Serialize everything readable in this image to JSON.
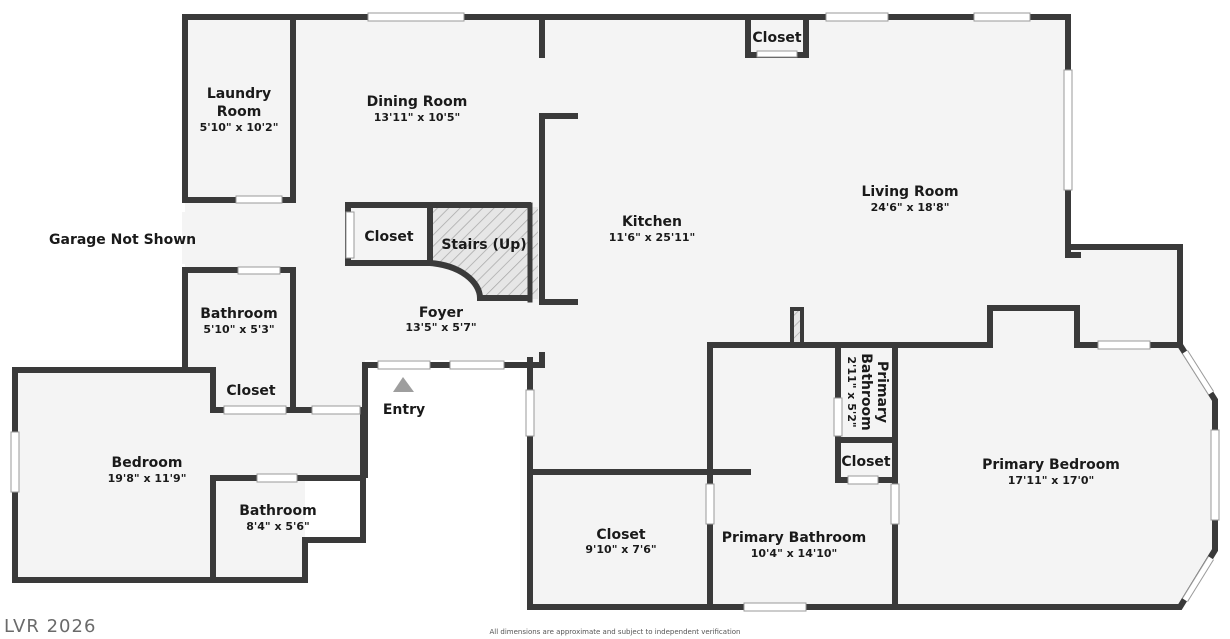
{
  "rooms": {
    "laundry": {
      "name_line1": "Laundry",
      "name_line2": "Room",
      "dims": "5'10\" x 10'2\""
    },
    "dining": {
      "name": "Dining Room",
      "dims": "13'11\" x 10'5\""
    },
    "closet_top": {
      "name": "Closet"
    },
    "living": {
      "name": "Living Room",
      "dims": "24'6\" x 18'8\""
    },
    "closet_foyer": {
      "name": "Closet"
    },
    "stairs": {
      "name": "Stairs (Up)"
    },
    "kitchen": {
      "name": "Kitchen",
      "dims": "11'6\" x 25'11\""
    },
    "bathroom_left": {
      "name": "Bathroom",
      "dims": "5'10\" x 5'3\""
    },
    "foyer": {
      "name": "Foyer",
      "dims": "13'5\" x 5'7\""
    },
    "closet_bedroom": {
      "name": "Closet"
    },
    "bedroom": {
      "name": "Bedroom",
      "dims": "19'8\" x 11'9\""
    },
    "bathroom_lower": {
      "name": "Bathroom",
      "dims": "8'4\" x 5'6\""
    },
    "closet_walkin": {
      "name": "Closet",
      "dims": "9'10\" x 7'6\""
    },
    "primary_bathroom": {
      "name": "Primary Bathroom",
      "dims": "10'4\" x 14'10\""
    },
    "primary_wc": {
      "name_line1": "Primary",
      "name_line2": "Bathroom",
      "dims": "2'11\" x 5'2\""
    },
    "closet_primary": {
      "name": "Closet"
    },
    "primary_bedroom": {
      "name": "Primary Bedroom",
      "dims": "17'11\" x 17'0\""
    }
  },
  "labels": {
    "garage": "Garage Not Shown",
    "entry": "Entry"
  },
  "watermark": "LVR 2026",
  "disclaimer": "All dimensions are approximate and subject to independent verification",
  "colors": {
    "floor": "#f4f4f4",
    "wall": "#3a3a3a",
    "stairs_hatch": "#bdbdbd",
    "entry_arrow": "#9e9e9e"
  }
}
